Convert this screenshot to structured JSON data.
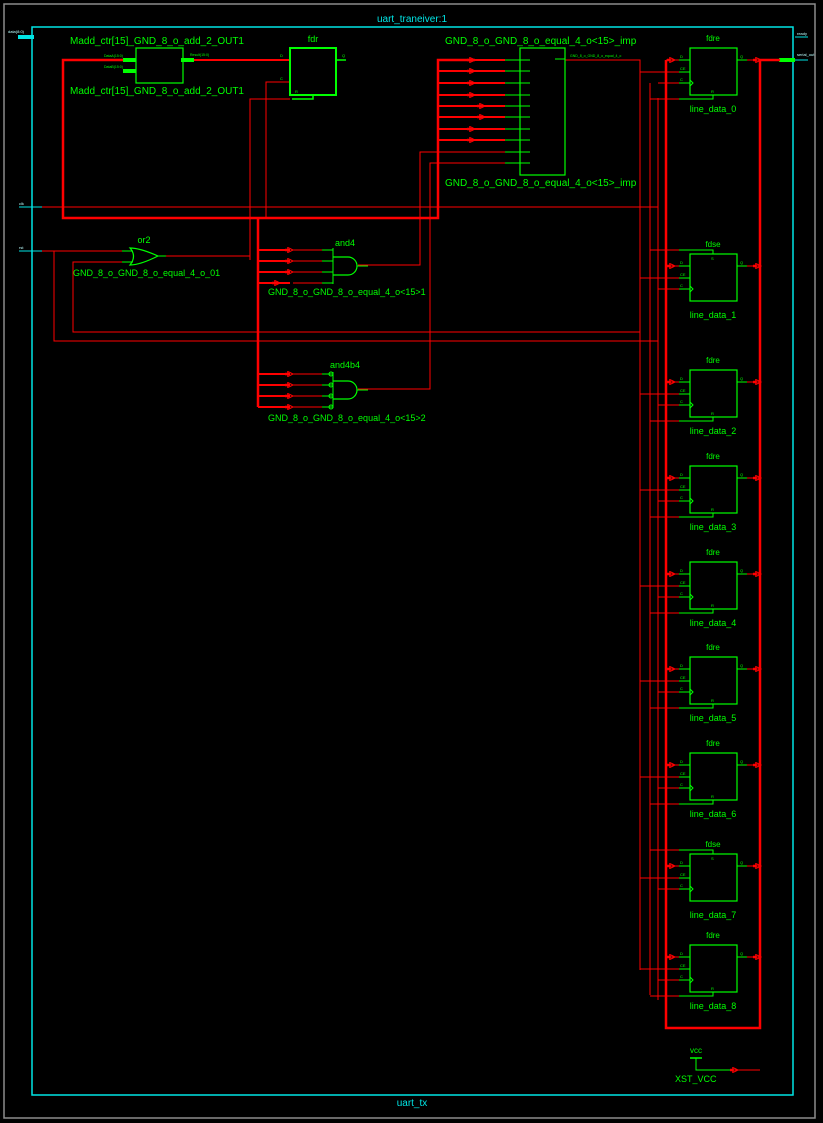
{
  "module": {
    "instance_title": "uart_traneiver:1",
    "module_name": "uart_tx"
  },
  "ports": {
    "left": [
      {
        "label": "data(8:0)"
      },
      {
        "label": "clk"
      },
      {
        "label": "rst"
      }
    ],
    "right": [
      {
        "label": "ready"
      },
      {
        "label": "serial_out"
      }
    ]
  },
  "adder": {
    "type_label": "Madd_ctr[15]_GND_8_o_add_2_OUT1",
    "instance_label": "Madd_ctr[15]_GND_8_o_add_2_OUT1",
    "pins": [
      "DataA(15:0)",
      "DataB(15:0)",
      "Result(15:0)"
    ]
  },
  "fdr": {
    "type_label": "fdr",
    "pins": [
      "D",
      "C",
      "R",
      "Q"
    ]
  },
  "imp_block": {
    "type_label": "GND_8_o_GND_8_o_equal_4_o<15>_imp",
    "instance_label": "GND_8_o_GND_8_o_equal_4_o<15>_imp",
    "output_pin": "GND_8_o_GND_8_o_equal_4_o"
  },
  "or2": {
    "type_label": "or2",
    "instance_label": "GND_8_o_GND_8_o_equal_4_o_01"
  },
  "and4": {
    "type_label": "and4",
    "instance_label": "GND_8_o_GND_8_o_equal_4_o<15>1"
  },
  "and4b4": {
    "type_label": "and4b4",
    "instance_label": "GND_8_o_GND_8_o_equal_4_o<15>2"
  },
  "flipflops": [
    {
      "type": "fdre",
      "name": "line_data_0"
    },
    {
      "type": "fdse",
      "name": "line_data_1"
    },
    {
      "type": "fdre",
      "name": "line_data_2"
    },
    {
      "type": "fdre",
      "name": "line_data_3"
    },
    {
      "type": "fdre",
      "name": "line_data_4"
    },
    {
      "type": "fdre",
      "name": "line_data_5"
    },
    {
      "type": "fdre",
      "name": "line_data_6"
    },
    {
      "type": "fdse",
      "name": "line_data_7"
    },
    {
      "type": "fdre",
      "name": "line_data_8"
    }
  ],
  "vcc": {
    "type_label": "vcc",
    "instance_label": "XST_VCC"
  },
  "colors": {
    "wire": "#ff0000",
    "component": "#00ff00",
    "boundary": "#00e5e5",
    "frame": "#8c8c8c"
  }
}
